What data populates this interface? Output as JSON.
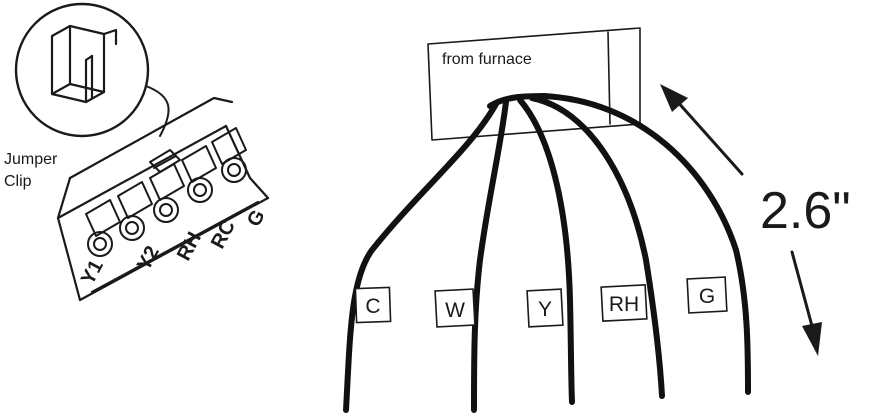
{
  "jumper_label_line1": "Jumper",
  "jumper_label_line2": "Clip",
  "terminals": [
    "Y1",
    "Y2",
    "RH",
    "RC",
    "G"
  ],
  "box_label": "from furnace",
  "measurement": "2.6\"",
  "wire_tags": [
    "C",
    "W",
    "Y",
    "RH",
    "G"
  ],
  "ink_color": "#1a1a1a"
}
